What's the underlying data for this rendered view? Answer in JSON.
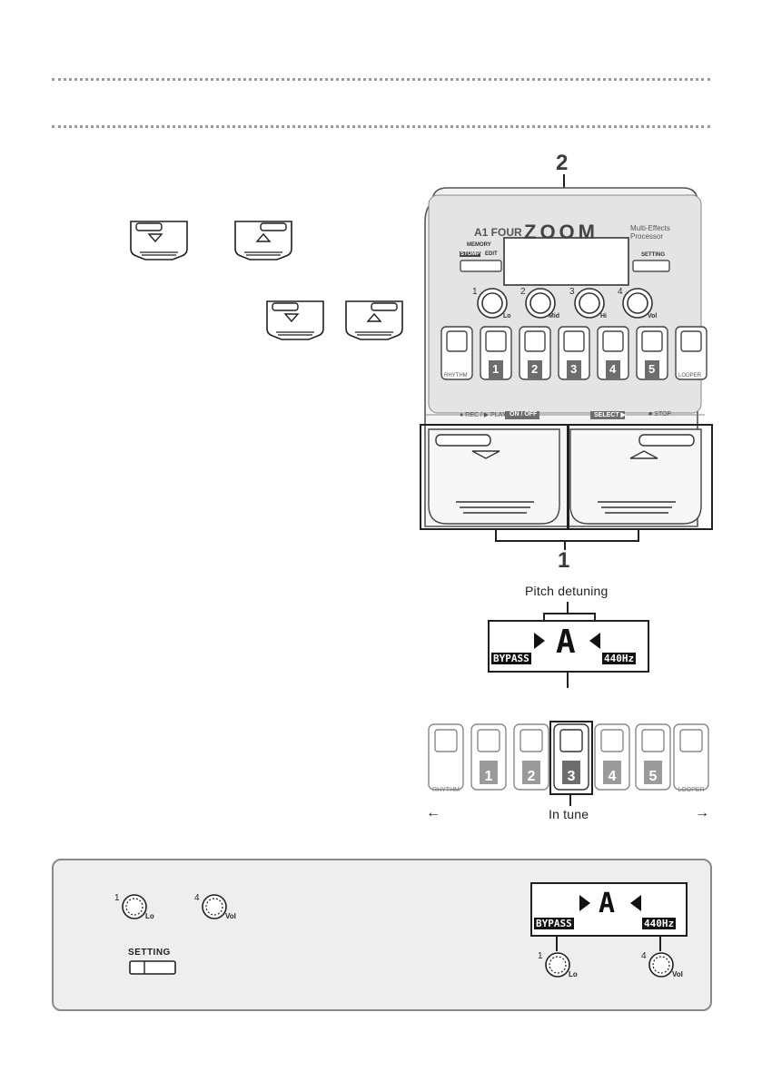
{
  "pedal": {
    "brand": "ZOOM",
    "model": "A1 FOUR",
    "subtitle_line1": "Multi-Effects",
    "subtitle_line2": "Processor",
    "memory_label": "MEMORY",
    "stomp_label": "STOMP",
    "edit_label": "EDIT",
    "setting_label": "SETTING",
    "knobs": [
      {
        "num": "1",
        "label": "Lo"
      },
      {
        "num": "2",
        "label": "Mid"
      },
      {
        "num": "3",
        "label": "Hi"
      },
      {
        "num": "4",
        "label": "Vol"
      }
    ],
    "footswitches": [
      {
        "label": "RHYTHM"
      },
      {
        "label": "1"
      },
      {
        "label": "2"
      },
      {
        "label": "3"
      },
      {
        "label": "4"
      },
      {
        "label": "5"
      },
      {
        "label": "LOOPER"
      }
    ],
    "function_strip": {
      "rec_play": "● REC / ▶ PLAY",
      "on_off": "ON / OFF",
      "select": "SELECT ▶",
      "stop": "■ STOP"
    }
  },
  "callouts": {
    "callout_2": "2",
    "callout_1": "1"
  },
  "tuner_display": {
    "pitch_label": "Pitch detuning",
    "note": "A",
    "bypass": "BYPASS",
    "freq": "440Hz",
    "in_tune_label": "In tune",
    "arrow_left": "←",
    "arrow_right": "→"
  },
  "hint": {
    "knob1_num": "1",
    "knob1_label": "Lo",
    "knob4_num": "4",
    "knob4_label": "Vol",
    "setting_label": "SETTING",
    "note": "A",
    "bypass": "BYPASS",
    "freq": "440Hz"
  }
}
